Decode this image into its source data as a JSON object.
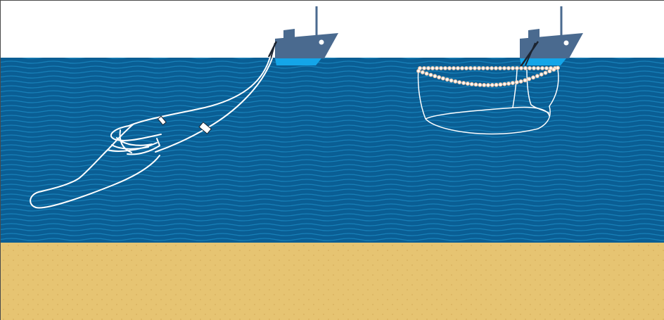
{
  "scene": {
    "colors": {
      "sky": "#ffffff",
      "sea": "#0a5e94",
      "wave_line": "#1a8bc4",
      "seabed": "#e6c472",
      "seabed_dot": "#d7b05c",
      "hull": "#4a6a8f",
      "hull_stripe": "#14a5e8",
      "net": "#ffffff",
      "float": "#f2c6a8",
      "border": "#4a4a4a"
    },
    "vessels": [
      {
        "name": "trawler",
        "gear": "trawl-net"
      },
      {
        "name": "purse-seiner",
        "gear": "purse-seine-net"
      }
    ]
  }
}
